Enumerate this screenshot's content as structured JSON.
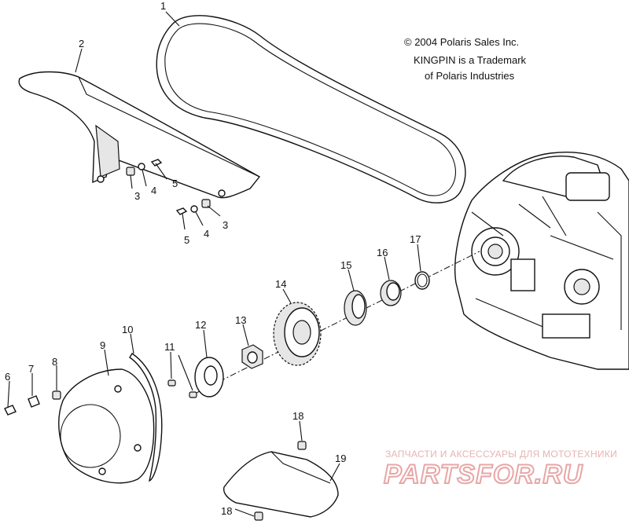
{
  "copyright": {
    "line1": "© 2004 Polaris Sales Inc.",
    "line2": "KINGPIN is a Trademark",
    "line3": "of Polaris Industries"
  },
  "callouts": {
    "c1": "1",
    "c2": "2",
    "c3a": "3",
    "c3b": "3",
    "c4a": "4",
    "c4b": "4",
    "c5a": "5",
    "c5b": "5",
    "c6": "6",
    "c7": "7",
    "c8": "8",
    "c9": "9",
    "c10": "10",
    "c11": "11",
    "c12": "12",
    "c13": "13",
    "c14": "14",
    "c15": "15",
    "c16": "16",
    "c17": "17",
    "c18a": "18",
    "c18b": "18",
    "c19": "19"
  },
  "watermark": {
    "tagline": "ЗАПЧАСТИ И АКСЕССУАРЫ ДЛЯ МОТОТЕХНИКИ",
    "logo": "PARTSFOR.RU"
  },
  "colors": {
    "ink": "#111111",
    "watermark": "#e8a6a6",
    "background": "#ffffff"
  }
}
